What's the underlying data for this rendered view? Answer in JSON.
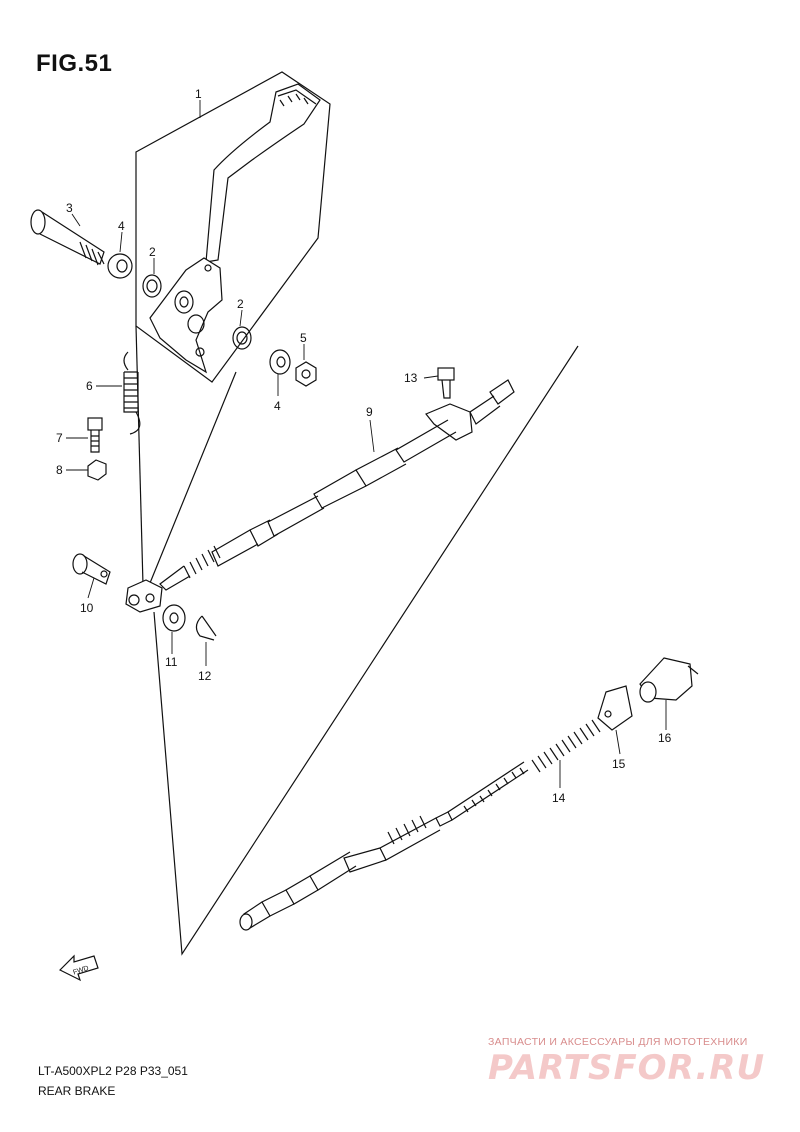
{
  "figure_title": "FIG.51",
  "model_code": "LT-A500XPL2 P28 P33_051",
  "section_name": "REAR BRAKE",
  "fwd_label": "FWD",
  "watermark": {
    "tagline": "ЗАПЧАСТИ И АКСЕССУАРЫ ДЛЯ МОТОТЕХНИКИ",
    "brand": "PARTSFOR.RU"
  },
  "callouts": [
    "1",
    "2",
    "2",
    "3",
    "4",
    "4",
    "5",
    "6",
    "7",
    "8",
    "9",
    "10",
    "11",
    "12",
    "13",
    "14",
    "15",
    "16"
  ]
}
